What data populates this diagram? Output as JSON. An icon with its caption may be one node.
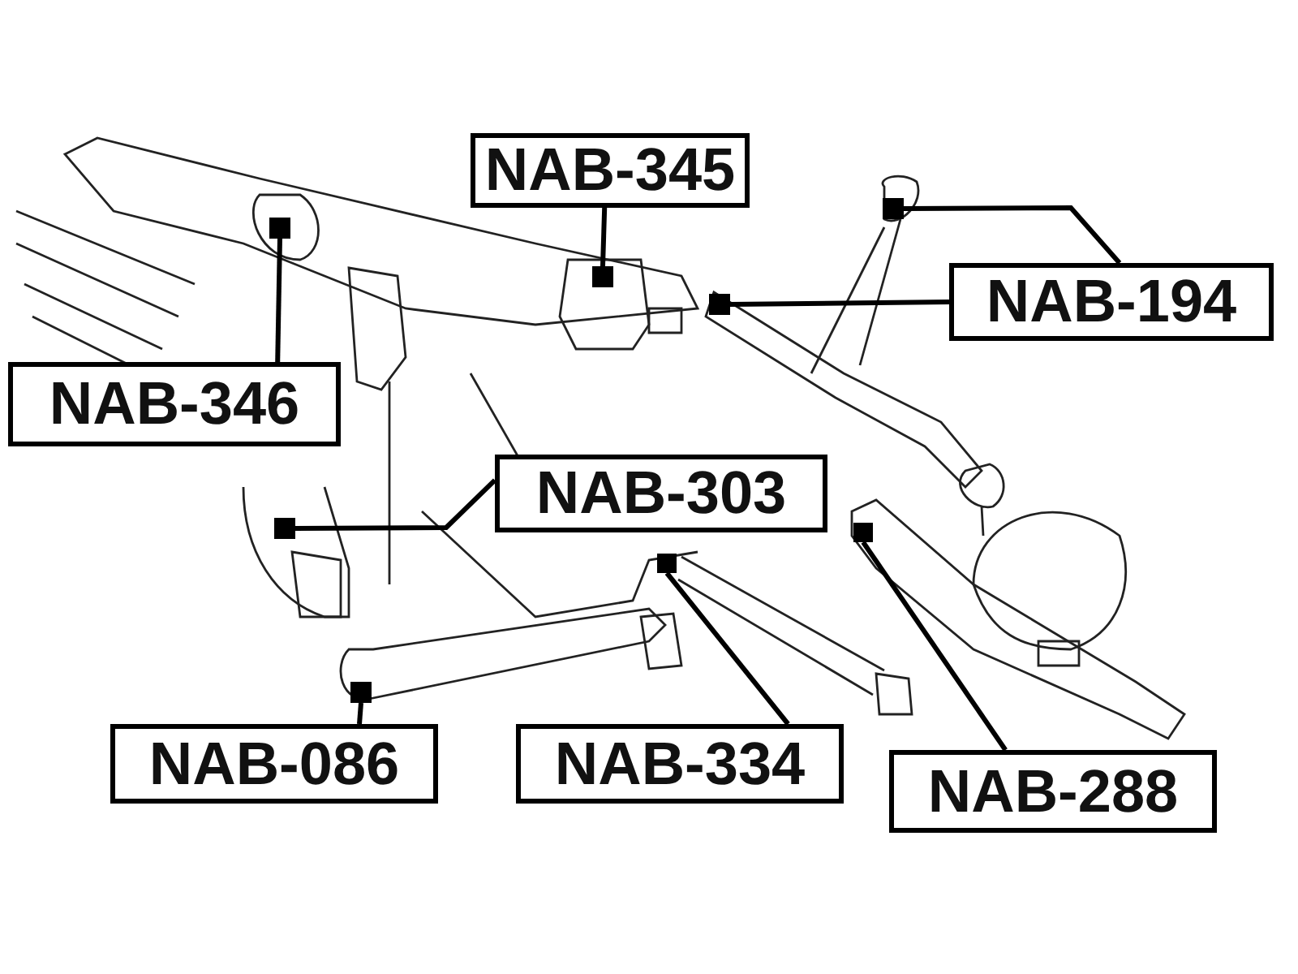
{
  "diagram": {
    "nodes": [
      {
        "text": [
          "NAB-345"
        ]
      },
      {
        "text": [
          "NAB-194"
        ]
      },
      {
        "text": [
          "NAB-346"
        ]
      },
      {
        "text": [
          "NAB-303"
        ]
      },
      {
        "text": [
          "NAB-086"
        ]
      },
      {
        "text": [
          "NAB-334"
        ]
      },
      {
        "text": [
          "NAB-288"
        ]
      },
      {
        "text": [],
        "shape": "box"
      },
      {
        "text": [],
        "shape": "box"
      },
      {
        "text": [],
        "shape": "box"
      },
      {
        "text": [],
        "shape": "box"
      },
      {
        "text": [],
        "shape": "box"
      },
      {
        "text": [],
        "shape": "box"
      },
      {
        "text": [],
        "shape": "box"
      },
      {
        "text": [],
        "shape": "box"
      }
    ],
    "edges": [
      {
        "from": 0,
        "to": 9,
        "arrow": "none"
      },
      {
        "from": 1,
        "to": 8,
        "arrow": "none"
      },
      {
        "from": 1,
        "to": 10,
        "arrow": "none"
      },
      {
        "from": 2,
        "to": 7,
        "arrow": "none"
      },
      {
        "from": 3,
        "to": 11,
        "arrow": "none"
      },
      {
        "from": 4,
        "to": 14,
        "arrow": "none"
      },
      {
        "from": 5,
        "to": 12,
        "arrow": "none"
      },
      {
        "from": 6,
        "to": 13,
        "arrow": "none"
      }
    ]
  }
}
